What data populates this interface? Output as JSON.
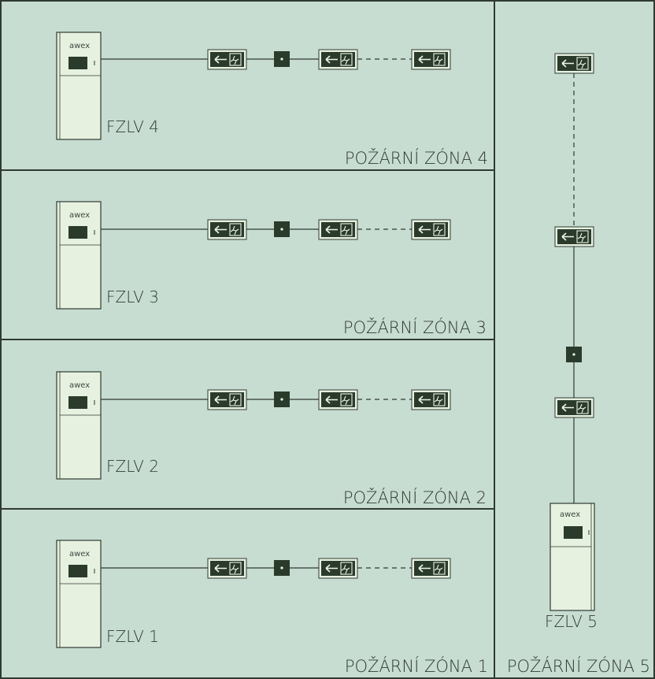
{
  "colors": {
    "background": "#c8ddd1",
    "line": "#2f3a33",
    "unit_fill": "#e6f1e0",
    "sign_fill": "#2a3b2c",
    "sign_symbol": "#eef5e8"
  },
  "zones": [
    {
      "label": "POŽÁRNÍ ZÓNA 4",
      "unit_label": "FZLV 4",
      "brand": "awex"
    },
    {
      "label": "POŽÁRNÍ ZÓNA 3",
      "unit_label": "FZLV 3",
      "brand": "awex"
    },
    {
      "label": "POŽÁRNÍ ZÓNA 2",
      "unit_label": "FZLV 2",
      "brand": "awex"
    },
    {
      "label": "POŽÁRNÍ ZÓNA 1",
      "unit_label": "FZLV 1",
      "brand": "awex"
    }
  ],
  "zone5": {
    "label": "POŽÁRNÍ ZÓNA 5",
    "unit_label": "FZLV 5",
    "brand": "awex"
  },
  "icons": {
    "exit_sign": "exit-sign-arrow-left-running-man-icon",
    "junction": "junction-box-icon"
  }
}
